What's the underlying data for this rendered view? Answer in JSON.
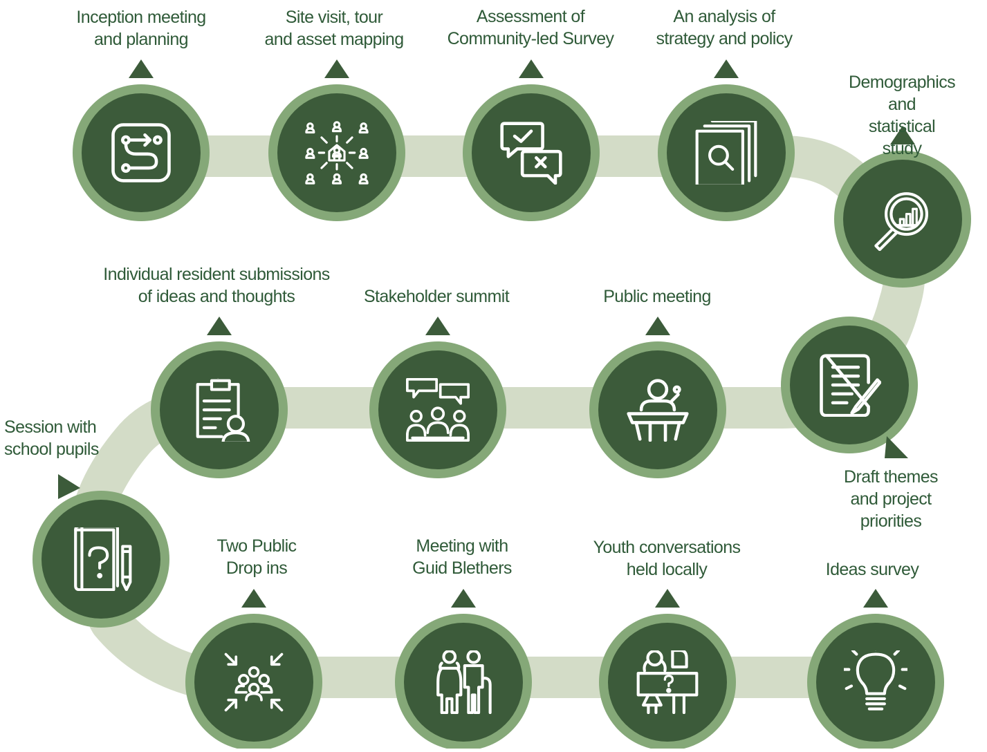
{
  "colors": {
    "path": "#d3dcc7",
    "ring": "#85a878",
    "disc": "#3c5b3a",
    "icon": "#ffffff",
    "marker": "#3c5b3a",
    "text": "#2f5a38"
  },
  "steps": [
    {
      "id": "inception",
      "label": "Inception meeting\nand planning",
      "icon": "route-icon"
    },
    {
      "id": "site-visit",
      "label": "Site visit, tour\nand asset mapping",
      "icon": "community-network-icon"
    },
    {
      "id": "assessment",
      "label": "Assessment of\nCommunity-led Survey",
      "icon": "survey-chat-icon"
    },
    {
      "id": "analysis",
      "label": "An analysis of\nstrategy and policy",
      "icon": "document-search-icon"
    },
    {
      "id": "demographics",
      "label": "Demographics and\nstatistical study",
      "icon": "magnifier-chart-icon"
    },
    {
      "id": "draft-themes",
      "label": "Draft themes\nand project priorities",
      "icon": "notepad-pen-icon"
    },
    {
      "id": "public-meeting",
      "label": "Public meeting",
      "icon": "speaker-podium-icon"
    },
    {
      "id": "stakeholder-summit",
      "label": "Stakeholder summit",
      "icon": "group-discussion-icon"
    },
    {
      "id": "resident-submissions",
      "label": "Individual resident submissions\nof ideas and thoughts",
      "icon": "clipboard-person-icon"
    },
    {
      "id": "school-pupils",
      "label": "Session with\nschool pupils",
      "icon": "book-pencil-icon"
    },
    {
      "id": "drop-ins",
      "label": "Two Public\nDrop ins",
      "icon": "crowd-gather-icon"
    },
    {
      "id": "guid-blethers",
      "label": "Meeting with\nGuid Blethers",
      "icon": "elderly-couple-icon"
    },
    {
      "id": "youth",
      "label": "Youth conversations\nheld locally",
      "icon": "youth-sign-icon"
    },
    {
      "id": "ideas-survey",
      "label": "Ideas survey",
      "icon": "lightbulb-icon"
    }
  ]
}
